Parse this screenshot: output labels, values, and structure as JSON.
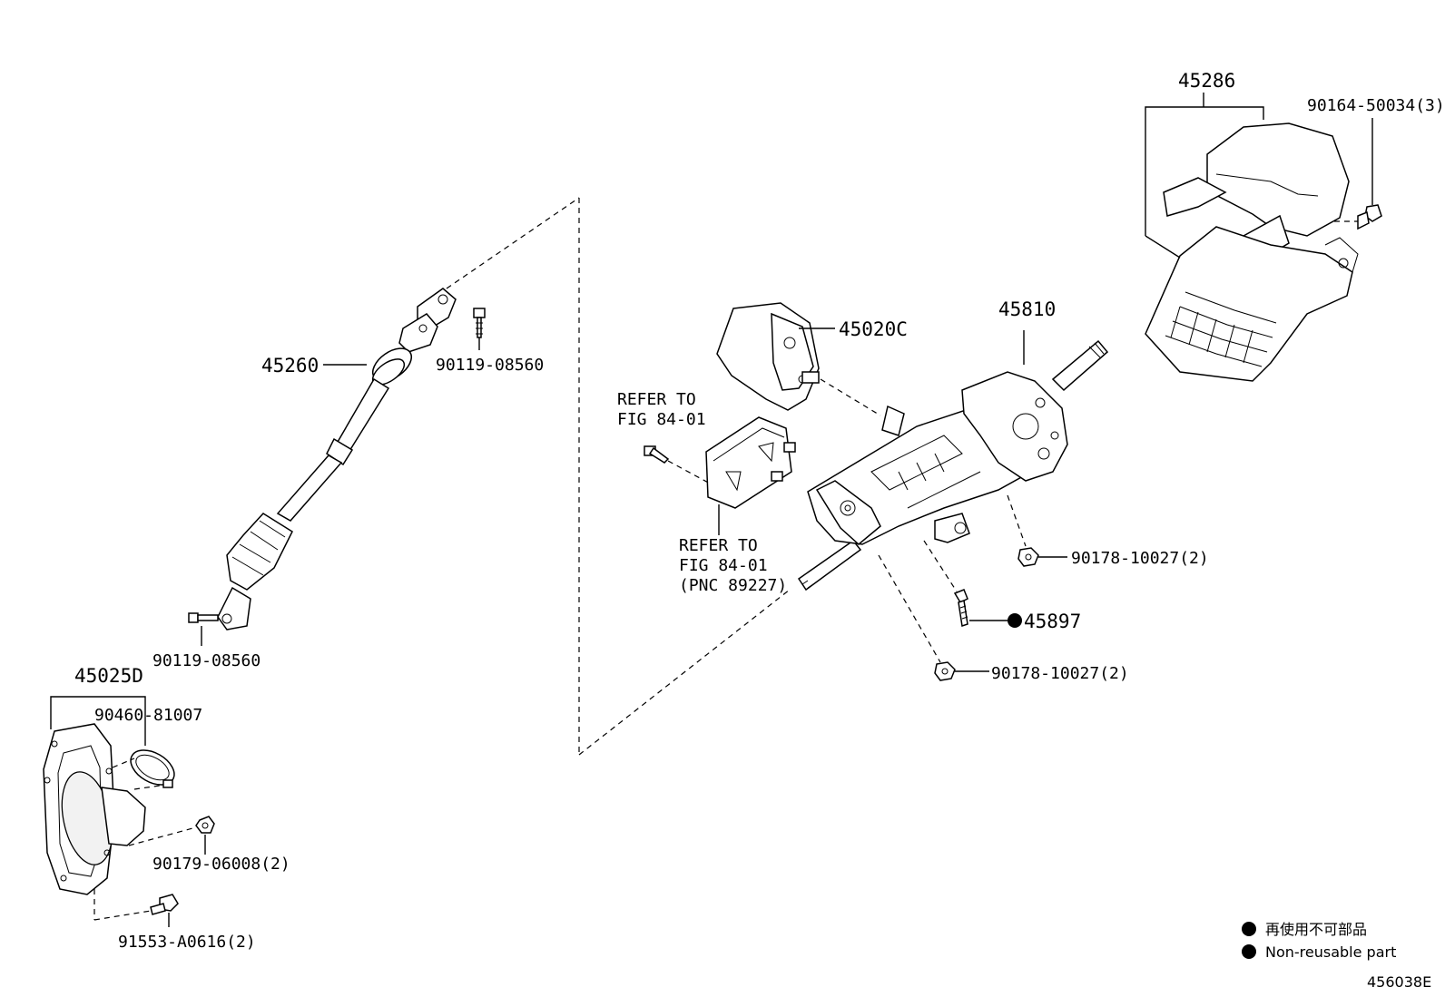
{
  "diagram_id": "456038E",
  "parts": {
    "p45260": "45260",
    "p90119_upper": "90119-08560",
    "p90119_lower": "90119-08560",
    "p45025D": "45025D",
    "p90460": "90460-81007",
    "p90179": "90179-06008(2)",
    "p91553": "91553-A0616(2)",
    "p45020C": "45020C",
    "p45810": "45810",
    "p45286": "45286",
    "p90164": "90164-50034(3)",
    "p90178_upper": "90178-10027(2)",
    "p90178_lower": "90178-10027(2)",
    "p45897": "45897"
  },
  "refer_upper": {
    "line1": "REFER TO",
    "line2": "FIG 84-01"
  },
  "refer_lower": {
    "line1": "REFER TO",
    "line2": "FIG 84-01",
    "line3": "(PNC 89227)"
  },
  "legend": {
    "japanese": "再使用不可部品",
    "english": "Non-reusable part"
  }
}
